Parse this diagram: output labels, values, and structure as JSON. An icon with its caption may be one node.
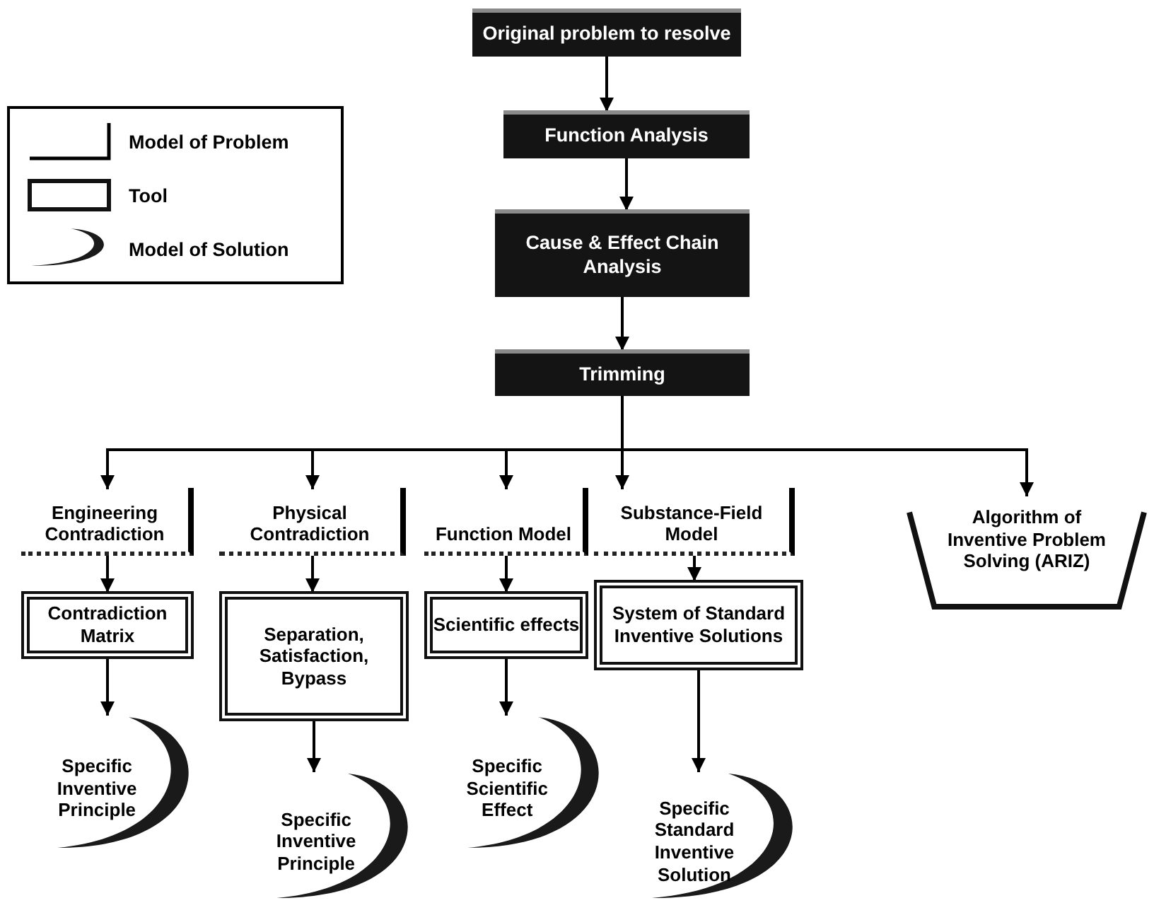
{
  "diagram": {
    "nodes": [
      {
        "text": [
          "Original problem to resolve"
        ]
      },
      {
        "text": [
          "Function Analysis"
        ]
      },
      {
        "text": [
          "Cause & Effect Chain Analysis"
        ]
      },
      {
        "text": [
          "Trimming"
        ]
      },
      {
        "text": [
          "Engineering Contradiction"
        ]
      },
      {
        "text": [
          "Physical Contradiction"
        ]
      },
      {
        "text": [
          "Function Model"
        ]
      },
      {
        "text": [
          "Substance-Field Model"
        ]
      },
      {
        "text": [
          "Algorithm of Inventive Problem Solving (ARIZ)"
        ]
      },
      {
        "text": [
          "Contradiction Matrix"
        ]
      },
      {
        "text": [
          "Separation, Satisfaction, Bypass"
        ]
      },
      {
        "text": [
          "Scientific effects"
        ]
      },
      {
        "text": [
          "System of Standard Inventive Solutions"
        ]
      },
      {
        "text": [
          "Specific Inventive Principle"
        ]
      },
      {
        "text": [
          "Specific Inventive Principle"
        ]
      },
      {
        "text": [
          "Specific Scientific Effect"
        ]
      },
      {
        "text": [
          "Specific Standard Inventive Solution"
        ]
      }
    ],
    "edges": [
      {
        "from": 0,
        "to": 1,
        "arrow": "to"
      },
      {
        "from": 1,
        "to": 2,
        "arrow": "to"
      },
      {
        "from": 2,
        "to": 3,
        "arrow": "to"
      },
      {
        "from": 3,
        "to": 4,
        "arrow": "to"
      },
      {
        "from": 3,
        "to": 5,
        "arrow": "to"
      },
      {
        "from": 3,
        "to": 6,
        "arrow": "to"
      },
      {
        "from": 3,
        "to": 7,
        "arrow": "to"
      },
      {
        "from": 3,
        "to": 8,
        "arrow": "to"
      },
      {
        "from": 4,
        "to": 9,
        "arrow": "to"
      },
      {
        "from": 5,
        "to": 10,
        "arrow": "to"
      },
      {
        "from": 6,
        "to": 11,
        "arrow": "to"
      },
      {
        "from": 7,
        "to": 12,
        "arrow": "to"
      },
      {
        "from": 9,
        "to": 13,
        "arrow": "to"
      },
      {
        "from": 10,
        "to": 14,
        "arrow": "to"
      },
      {
        "from": 11,
        "to": 15,
        "arrow": "to"
      },
      {
        "from": 12,
        "to": 16,
        "arrow": "to"
      }
    ],
    "legend": [
      {
        "text": "Model of Problem"
      },
      {
        "text": "Tool"
      },
      {
        "text": "Model of Solution"
      }
    ]
  }
}
